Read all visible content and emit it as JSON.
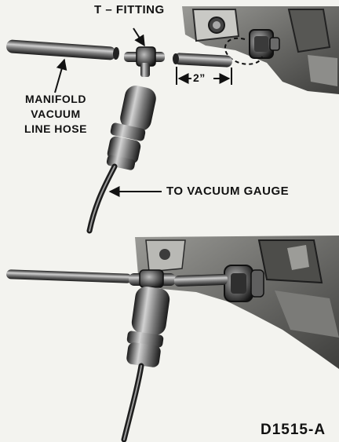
{
  "labels": {
    "t_fitting": "T – FITTING",
    "manifold": [
      "MANIFOLD",
      "VACUUM",
      "LINE HOSE"
    ],
    "dimension": "2”",
    "gauge": "TO VACUUM GAUGE",
    "figure_code": "D1515-A"
  },
  "colors": {
    "ink": "#1c1c1c",
    "background": "#f3f3ef",
    "metal_dark": "#3a3a3a",
    "metal_light": "#b5b5b5"
  }
}
